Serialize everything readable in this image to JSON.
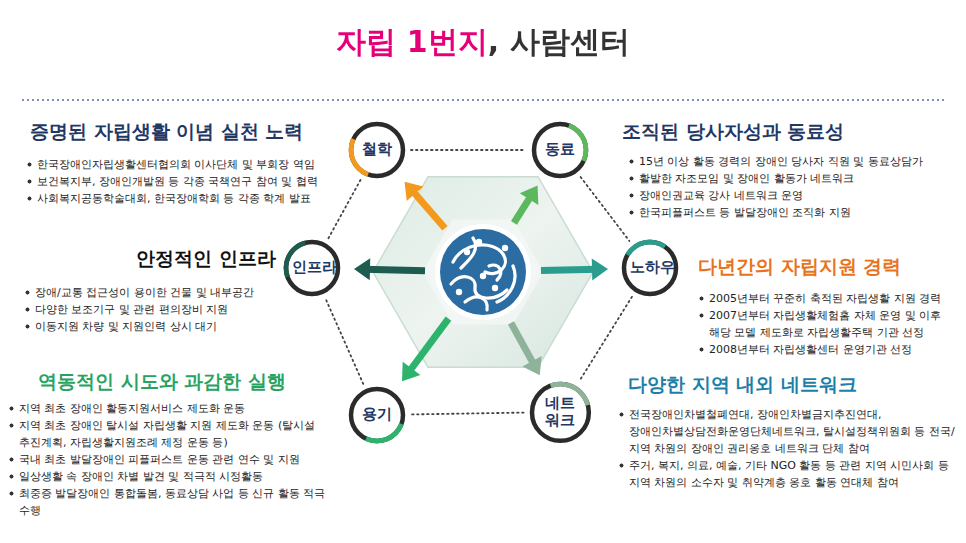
{
  "diagram": {
    "title": "자립 1번지, 사람센터",
    "nodes": [
      {
        "text": [
          "철학"
        ]
      },
      {
        "text": [
          "동료"
        ]
      },
      {
        "text": [
          "인프라"
        ]
      },
      {
        "text": [
          "노하우"
        ]
      },
      {
        "text": [
          "용기"
        ]
      },
      {
        "text": [
          "네트 워크"
        ]
      }
    ],
    "edges": [
      {
        "from": 0,
        "to": 1,
        "arrow": "none"
      },
      {
        "from": 1,
        "to": 3,
        "arrow": "none"
      },
      {
        "from": 3,
        "to": 5,
        "arrow": "none"
      },
      {
        "from": 5,
        "to": 4,
        "arrow": "none"
      },
      {
        "from": 4,
        "to": 2,
        "arrow": "none"
      },
      {
        "from": 2,
        "to": 0,
        "arrow": "none"
      }
    ],
    "labels": [
      "증명된 자립생활 이념 실천 노력",
      "한국장애인자립생활센터협의회 이사단체 및 부회장 역임",
      "보건복지부, 장애인개발원 등 각종 국책연구 참여 및 협력",
      "사회복지공동학술대회, 한국장애학회 등 각종 학계 발표",
      "조직된 당사자성과 동료성",
      "15년 이상 활동 경력의 장애인 당사자 직원 및 동료상담가",
      "활발한 자조모임 및 장애인 활동가 네트워크",
      "장애인권교육 강사 네트워크 운영",
      "한국피플퍼스트 등 발달장애인 조직화 지원",
      "안정적인 인프라",
      "장애/교통 접근성이 용이한 건물 및 내부공간",
      "다양한 보조기구 및 관련 편의장비 지원",
      "이동지원 차량 및 지원인력 상시 대기",
      "다년간의 자립지원 경력",
      "2005년부터 꾸준히 축적된 자립생활 지원 경력",
      "2007년부터 자립생활체험홈 자체 운영 및 이후 해당 모델 제도화로 자립생활주택 기관 선정",
      "2008년부터 자립생활센터 운영기관 선정",
      "역동적인 시도와 과감한 실행",
      "지역 최초 장애인 활동지원서비스 제도화 운동",
      "지역 최초 장애인 탈시설 자립생활 지원 제도화 운동 (탈시설 추진계획, 자립생활지원조례 제정 운동 등)",
      "국내 최초 발달장애인 피플퍼스트 운동 관련 연수 및 지원",
      "일상생활 속 장애인 차별 발견 및 적극적 시정활동",
      "최중증 발달장애인 통합돌봄, 동료상담 사업 등 신규 활동 적극 수행",
      "다양한 지역 내외 네트워크",
      "전국장애인차별철폐연대, 장애인차별금지추진연대, 장애인차별상담전화운영단체네트워크, 탈시설정책위원회 등 전국/지역 차원의 장애인 권리옹호 네트워크 단체 참여",
      "주거, 복지, 의료, 예술, 기타 NGO 활동 등 관련 지역 시민사회 등 지역 차원의 소수자 및 취약계층 옹호 활동 연대체 참여"
    ]
  }
}
